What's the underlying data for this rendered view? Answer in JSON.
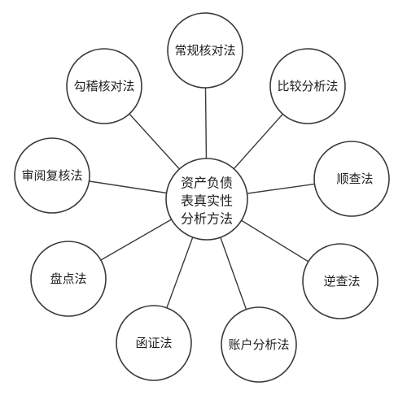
{
  "diagram": {
    "center": {
      "lines": [
        "资产负债",
        "表真实性",
        "分析方法"
      ]
    },
    "nodes": [
      {
        "label": "常规核对法"
      },
      {
        "label": "比较分析法"
      },
      {
        "label": "顺查法"
      },
      {
        "label": "逆查法"
      },
      {
        "label": "账户分析法"
      },
      {
        "label": "函证法"
      },
      {
        "label": "盘点法"
      },
      {
        "label": "审阅复核法"
      },
      {
        "label": "勾稽核对法"
      }
    ]
  }
}
